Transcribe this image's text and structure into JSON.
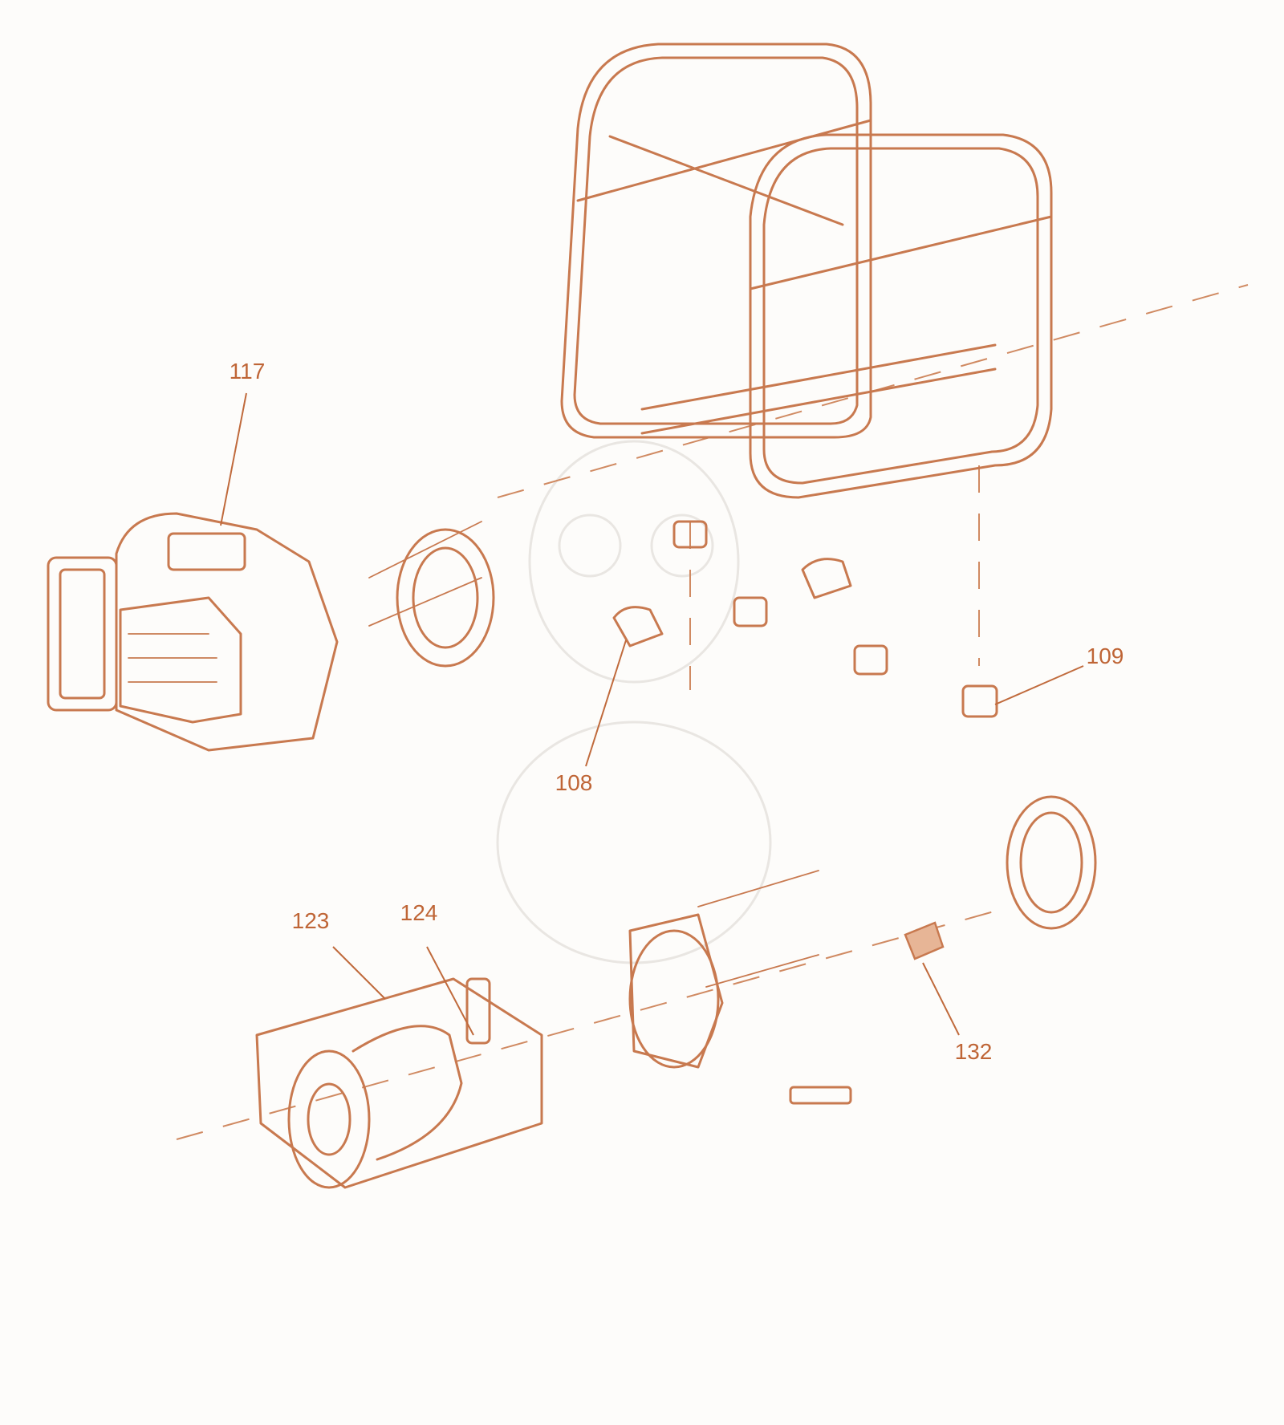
{
  "callouts": [
    {
      "id": "117",
      "label": "117"
    },
    {
      "id": "108",
      "label": "108"
    },
    {
      "id": "109",
      "label": "109"
    },
    {
      "id": "123",
      "label": "123"
    },
    {
      "id": "124",
      "label": "124"
    },
    {
      "id": "132",
      "label": "132"
    }
  ],
  "colors": {
    "line": "#c8794f",
    "label": "#bf6536",
    "background": "#fdfcfa"
  }
}
